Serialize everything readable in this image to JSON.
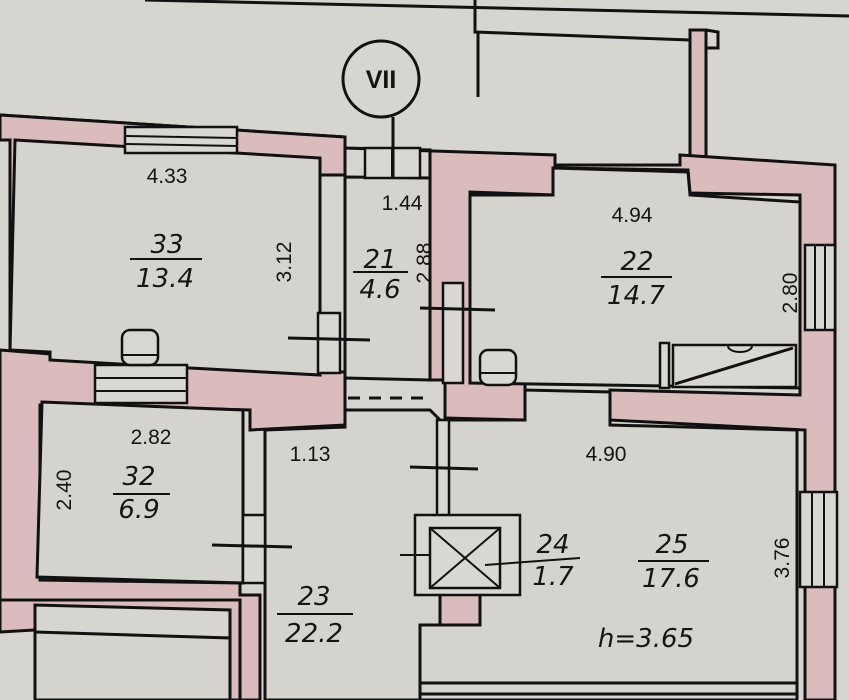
{
  "floor_plan": {
    "axis_marker": {
      "label": "VII"
    },
    "ceiling_height": "h=3.65",
    "rooms": [
      {
        "id": "room-33",
        "number": "33",
        "area": "13.4",
        "width": "4.33",
        "depth": "3.12"
      },
      {
        "id": "room-21",
        "number": "21",
        "area": "4.6",
        "width": "1.44",
        "depth": "2.88"
      },
      {
        "id": "room-22",
        "number": "22",
        "area": "14.7",
        "width": "4.94",
        "depth": "2.80"
      },
      {
        "id": "room-32",
        "number": "32",
        "area": "6.9",
        "width": "2.82",
        "depth": "2.40"
      },
      {
        "id": "room-23",
        "number": "23",
        "area": "22.2",
        "width": "1.13"
      },
      {
        "id": "room-24",
        "number": "24",
        "area": "1.7"
      },
      {
        "id": "room-25",
        "number": "25",
        "area": "17.6",
        "width": "4.90",
        "depth": "3.76"
      }
    ]
  },
  "colors": {
    "paper": "#d6d5d0",
    "wall_fill": "#d9bcbb",
    "line": "#111111"
  }
}
